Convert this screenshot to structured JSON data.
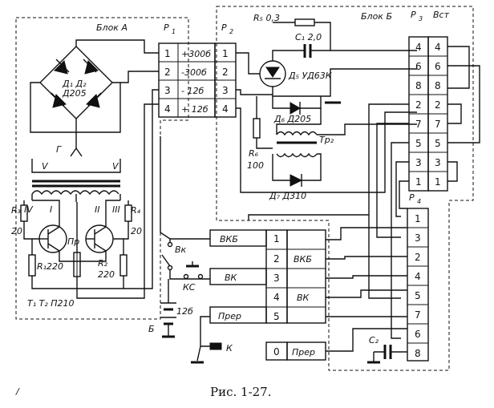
{
  "blocks": {
    "a": "Блок А",
    "b": "Блок Б"
  },
  "connectors": {
    "p1": "Р",
    "p1_sub": "1",
    "p2": "Р",
    "p2_sub": "2",
    "p3": "Р",
    "p3_sub": "3",
    "p4": "Р",
    "p4_sub": "4",
    "vst": "Вст"
  },
  "p1_rows": [
    {
      "pin": "1",
      "label": "+300б"
    },
    {
      "pin": "2",
      "label": "-300б"
    },
    {
      "pin": "3",
      "label": "- 12б"
    },
    {
      "pin": "4",
      "label": "+ 12б"
    }
  ],
  "p2_pins": [
    "1",
    "2",
    "3",
    "4"
  ],
  "p3_pins": [
    "4",
    "6",
    "8",
    "2",
    "7",
    "5",
    "3",
    "1"
  ],
  "vst_pins": [
    "4",
    "6",
    "8",
    "2",
    "7",
    "5",
    "3",
    "1"
  ],
  "p4_pins": [
    "1",
    "3",
    "2",
    "4",
    "5",
    "7",
    "6",
    "8"
  ],
  "components": {
    "r5": "R₅ 0,3",
    "c1": "С₁ 2,0",
    "d5": "Д₅ УД63К",
    "d6": "Д₆ Д205",
    "r6": "R₆",
    "r6_val": "100",
    "tr2": "Тр₂",
    "d7": "Д₇ Д310",
    "d1d2": "Д₁ Д₂",
    "d205": "Д205",
    "r3": "R₃",
    "r3_val": "20",
    "r4": "R₄",
    "r4_val": "20",
    "r1": "R₁220",
    "r2": "R₂",
    "r2_val": "220",
    "pr": "Пр",
    "t1t2": "Т₁ Т₂ П210",
    "c2": "С₂",
    "g": "Г",
    "roman_v1": "V",
    "roman_v2": "V",
    "roman_iv": "IV",
    "roman_iii": "III",
    "roman_i": "I",
    "roman_ii": "II"
  },
  "switches": {
    "vk": "Вк",
    "ks": "КС",
    "battery": "12б",
    "b": "Б",
    "k": "К"
  },
  "terminal_rows": [
    {
      "left": "ВКБ",
      "pin": "1",
      "right": ""
    },
    {
      "left": "",
      "pin": "2",
      "right": "ВКБ"
    },
    {
      "left": "ВК",
      "pin": "3",
      "right": ""
    },
    {
      "left": "",
      "pin": "4",
      "right": "ВК"
    },
    {
      "left": "Прер",
      "pin": "5",
      "right": ""
    }
  ],
  "terminal_extra": {
    "pin": "0",
    "label": "Прер"
  },
  "caption": "Рис. 1-27.",
  "stray_mark": "/"
}
